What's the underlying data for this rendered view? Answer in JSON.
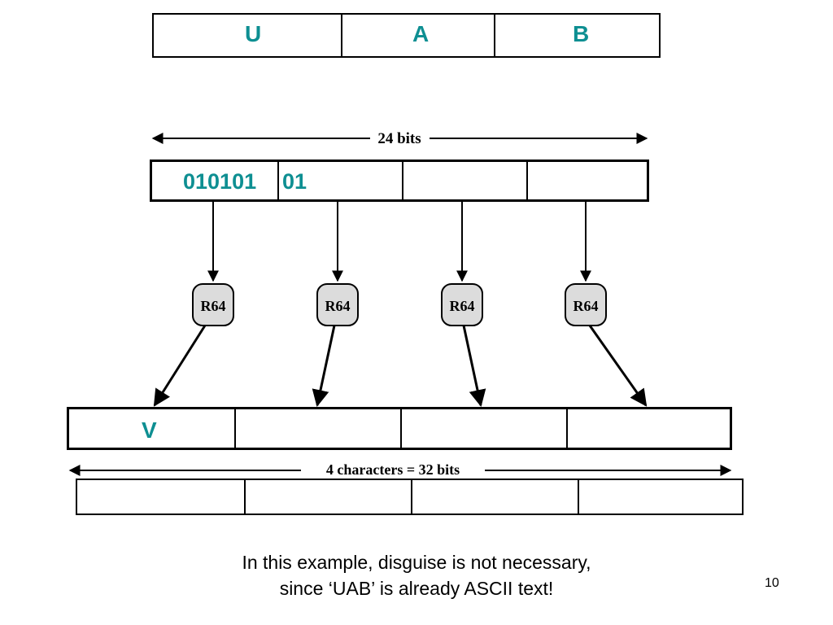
{
  "top_row": {
    "cells": [
      "U",
      "A",
      "B"
    ]
  },
  "bits_label": "24 bits",
  "bit_row": {
    "first_part": "010101",
    "second_part": "01"
  },
  "encoder_label": "R64",
  "char_row": {
    "first": "V"
  },
  "chars_label": "4 characters = 32 bits",
  "caption": {
    "line1": "In this example, disguise is not necessary,",
    "line2": "since ‘UAB’ is already ASCII text!"
  },
  "page_number": "10"
}
